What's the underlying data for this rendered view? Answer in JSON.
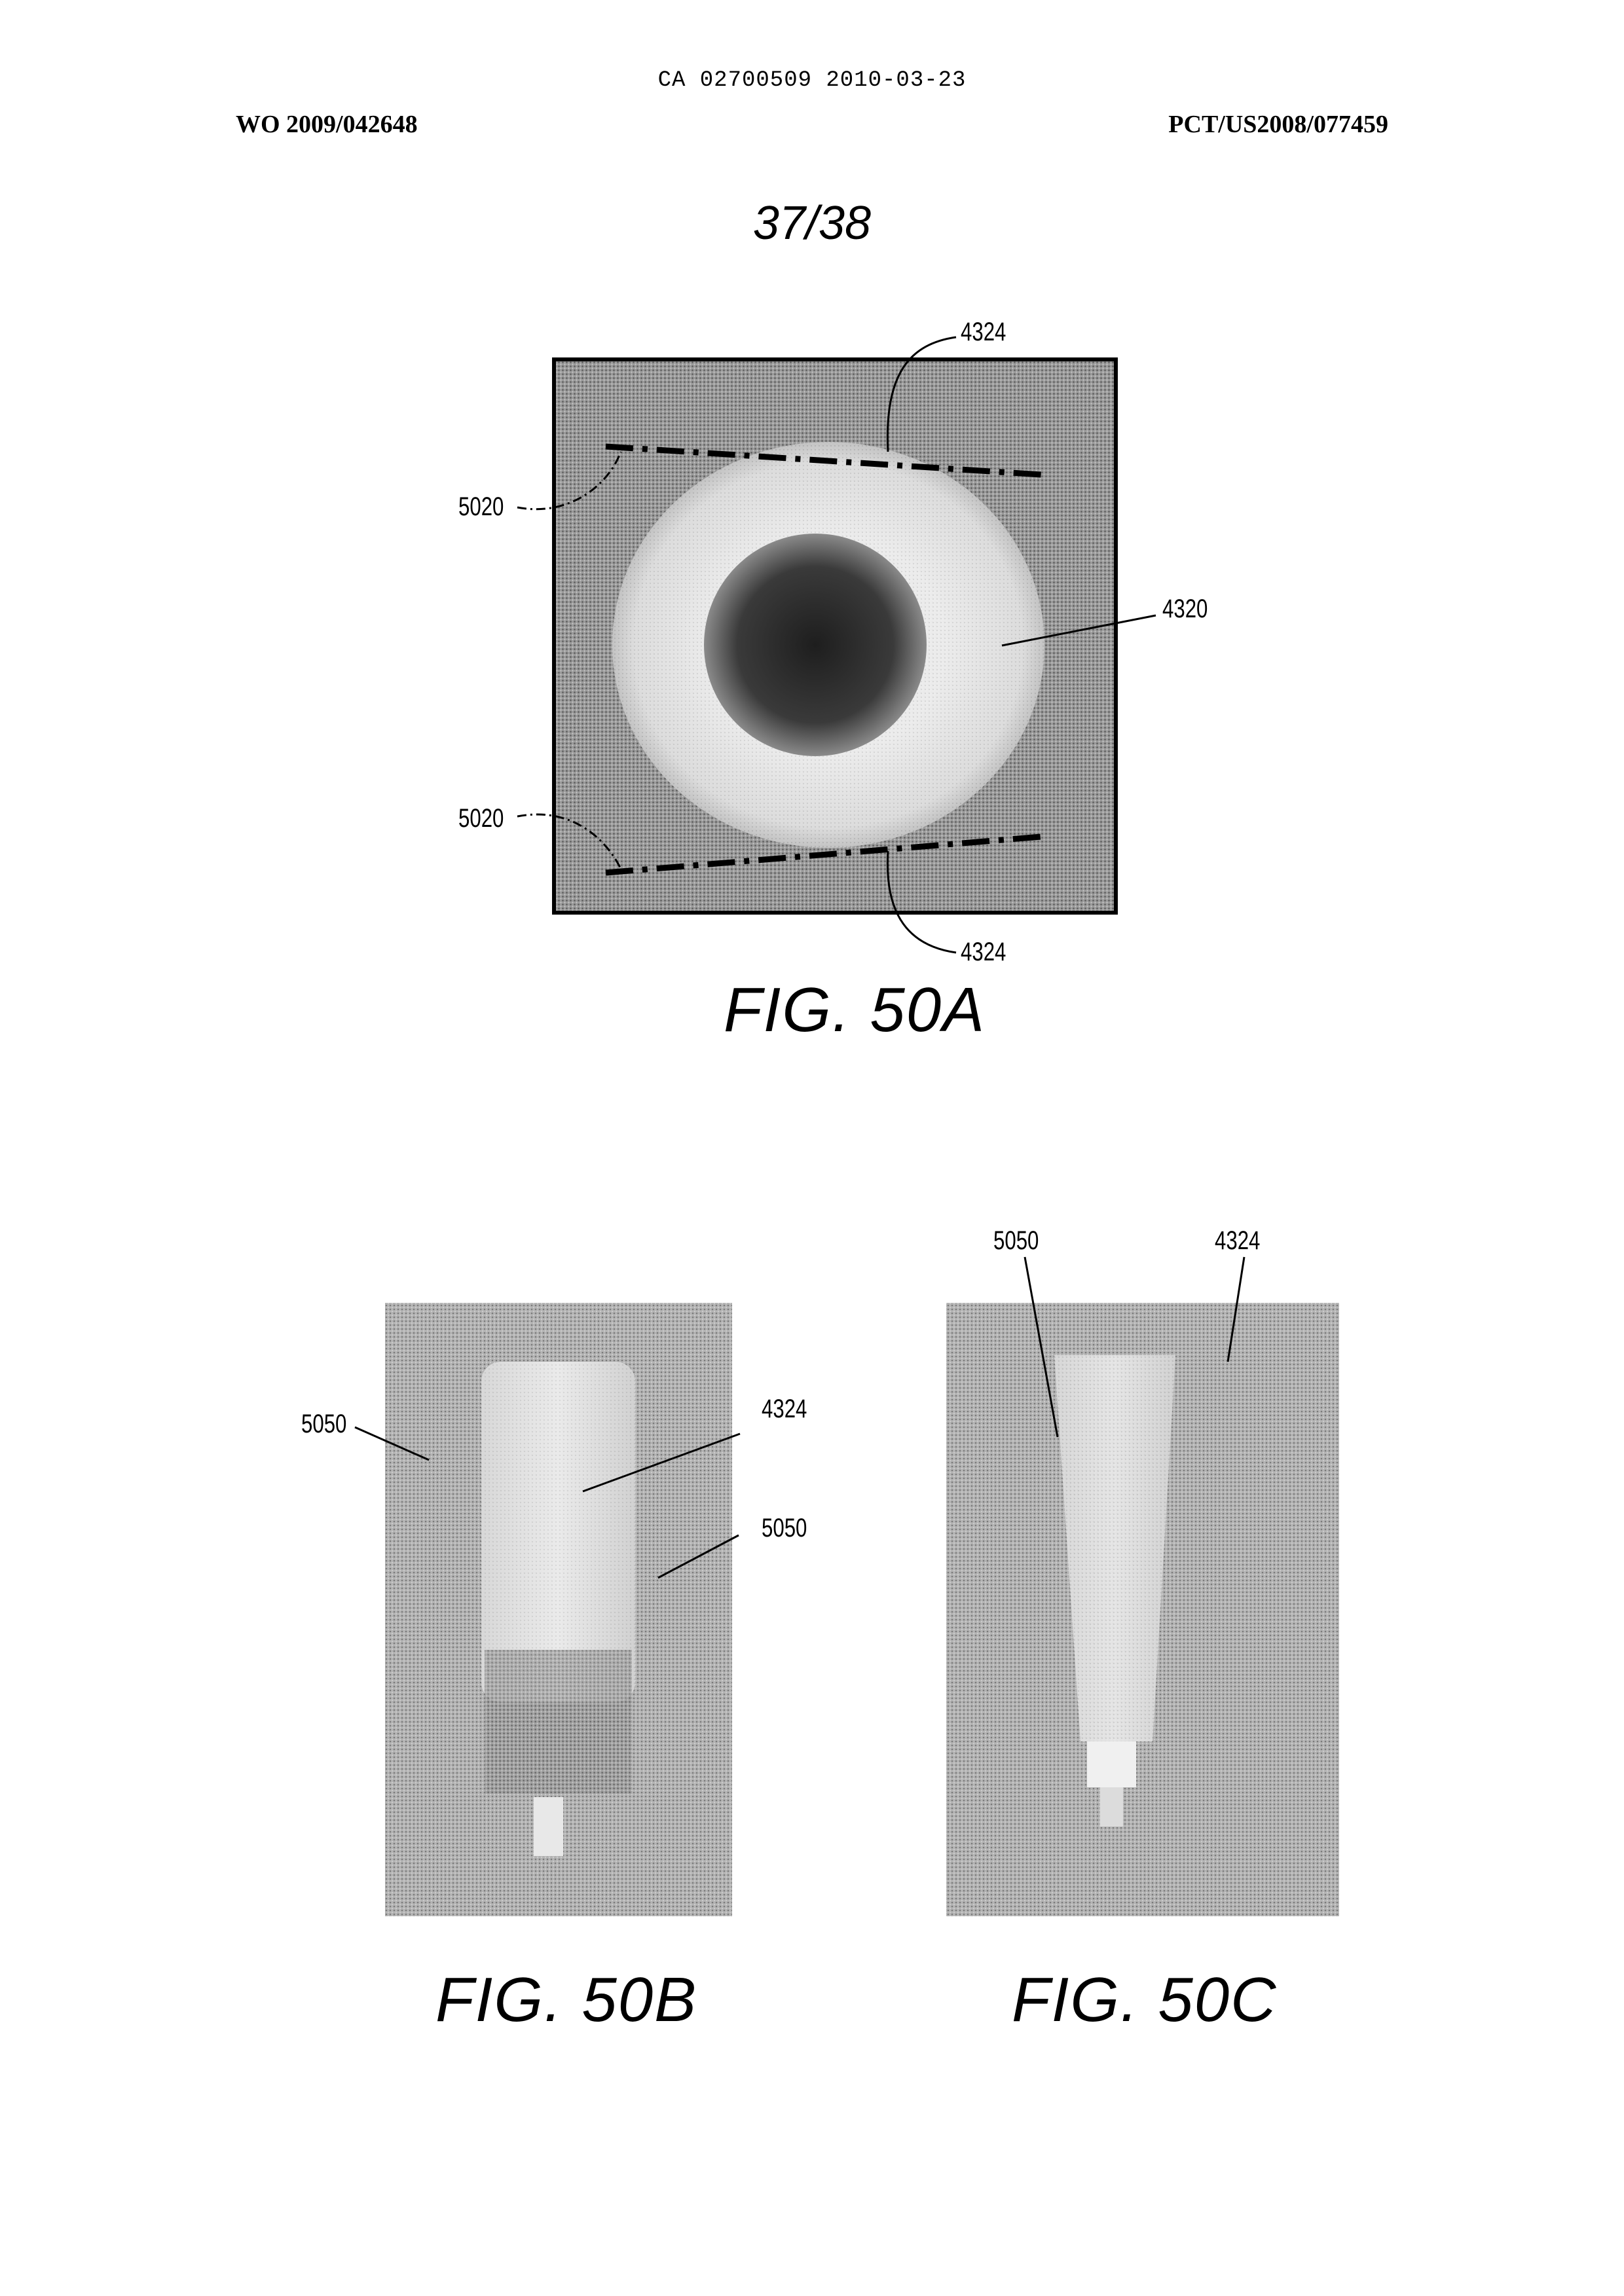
{
  "header": {
    "center": "CA 02700509 2010-03-23",
    "left": "WO 2009/042648",
    "right": "PCT/US2008/077459"
  },
  "sheet_number": "37/38",
  "figures": {
    "fig50a": {
      "caption": "FIG. 50A",
      "refs": {
        "top_4324": "4324",
        "bottom_4324": "4324",
        "upper_5020": "5020",
        "lower_5020": "5020",
        "ring_4320": "4320"
      }
    },
    "fig50b": {
      "caption": "FIG. 50B",
      "refs": {
        "left_5050": "5050",
        "right_5050": "5050",
        "tube_4324": "4324"
      }
    },
    "fig50c": {
      "caption": "FIG. 50C",
      "refs": {
        "left_5050": "5050",
        "right_4324": "4324"
      }
    }
  }
}
